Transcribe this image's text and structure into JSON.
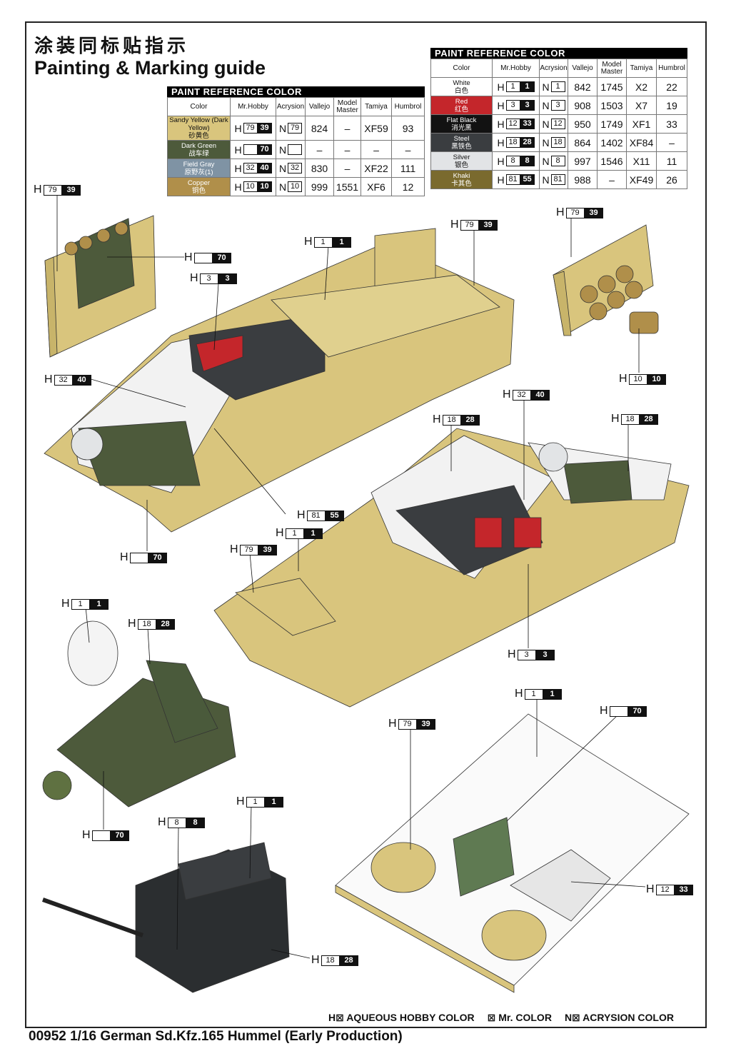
{
  "header": {
    "title_cn": "涂装同标贴指示",
    "title_en": "Painting & Marking guide"
  },
  "table1": {
    "title": "PAINT REFERENCE COLOR",
    "columns": [
      "Color",
      "Mr.Hobby",
      "Acrysion",
      "Vallejo",
      "Model Master",
      "Tamiya",
      "Humbrol"
    ],
    "rows": [
      {
        "name": "Sandy Yellow (Dark Yellow)",
        "cn": "砂黄色",
        "swatch": "#d9c57d",
        "mh_h": "79",
        "mh_k": "39",
        "ac": "79",
        "vallejo": "824",
        "mm": "–",
        "tamiya": "XF59",
        "humbrol": "93"
      },
      {
        "name": "Dark Green",
        "cn": "战车绿",
        "swatch": "#4d5a3b",
        "mh_h": "",
        "mh_k": "70",
        "ac": "",
        "vallejo": "–",
        "mm": "–",
        "tamiya": "–",
        "humbrol": "–"
      },
      {
        "name": "Field Gray",
        "cn": "原野灰(1)",
        "swatch": "#7f93a4",
        "mh_h": "32",
        "mh_k": "40",
        "ac": "32",
        "vallejo": "830",
        "mm": "–",
        "tamiya": "XF22",
        "humbrol": "111"
      },
      {
        "name": "Copper",
        "cn": "铜色",
        "swatch": "#b08f4a",
        "mh_h": "10",
        "mh_k": "10",
        "ac": "10",
        "vallejo": "999",
        "mm": "1551",
        "tamiya": "XF6",
        "humbrol": "12"
      }
    ]
  },
  "table2": {
    "title": "PAINT REFERENCE COLOR",
    "columns": [
      "Color",
      "Mr.Hobby",
      "Acrysion",
      "Vallejo",
      "Model Master",
      "Tamiya",
      "Humbrol"
    ],
    "rows": [
      {
        "name": "White",
        "cn": "白色",
        "swatch": "#ffffff",
        "mh_h": "1",
        "mh_k": "1",
        "ac": "1",
        "vallejo": "842",
        "mm": "1745",
        "tamiya": "X2",
        "humbrol": "22"
      },
      {
        "name": "Red",
        "cn": "红色",
        "swatch": "#c4262b",
        "mh_h": "3",
        "mh_k": "3",
        "ac": "3",
        "vallejo": "908",
        "mm": "1503",
        "tamiya": "X7",
        "humbrol": "19"
      },
      {
        "name": "Flat Black",
        "cn": "消光黑",
        "swatch": "#121212",
        "mh_h": "12",
        "mh_k": "33",
        "ac": "12",
        "vallejo": "950",
        "mm": "1749",
        "tamiya": "XF1",
        "humbrol": "33"
      },
      {
        "name": "Steel",
        "cn": "黑铁色",
        "swatch": "#3a3d40",
        "mh_h": "18",
        "mh_k": "28",
        "ac": "18",
        "vallejo": "864",
        "mm": "1402",
        "tamiya": "XF84",
        "humbrol": "–"
      },
      {
        "name": "Silver",
        "cn": "银色",
        "swatch": "#e2e4e6",
        "mh_h": "8",
        "mh_k": "8",
        "ac": "8",
        "vallejo": "997",
        "mm": "1546",
        "tamiya": "X11",
        "humbrol": "11"
      },
      {
        "name": "Khaki",
        "cn": "卡其色",
        "swatch": "#7a6a2e",
        "mh_h": "81",
        "mh_k": "55",
        "ac": "81",
        "vallejo": "988",
        "mm": "–",
        "tamiya": "XF49",
        "humbrol": "26"
      }
    ]
  },
  "callouts": [
    {
      "h": "79",
      "k": "39"
    },
    {
      "h": "",
      "k": "70"
    },
    {
      "h": "3",
      "k": "3"
    },
    {
      "h": "1",
      "k": "1"
    },
    {
      "h": "79",
      "k": "39"
    },
    {
      "h": "79",
      "k": "39"
    },
    {
      "h": "10",
      "k": "10"
    },
    {
      "h": "32",
      "k": "40"
    },
    {
      "h": "32",
      "k": "40"
    },
    {
      "h": "18",
      "k": "28"
    },
    {
      "h": "18",
      "k": "28"
    },
    {
      "h": "81",
      "k": "55"
    },
    {
      "h": "1",
      "k": "1"
    },
    {
      "h": "79",
      "k": "39"
    },
    {
      "h": "",
      "k": "70"
    },
    {
      "h": "1",
      "k": "1"
    },
    {
      "h": "18",
      "k": "28"
    },
    {
      "h": "3",
      "k": "3"
    },
    {
      "h": "1",
      "k": "1"
    },
    {
      "h": "",
      "k": "70"
    },
    {
      "h": "79",
      "k": "39"
    },
    {
      "h": "",
      "k": "70"
    },
    {
      "h": "1",
      "k": "1"
    },
    {
      "h": "8",
      "k": "8"
    },
    {
      "h": "12",
      "k": "33"
    },
    {
      "h": "18",
      "k": "28"
    }
  ],
  "legend": {
    "h": "H⊠ AQUEOUS HOBBY COLOR",
    "mr": "⊠ Mr. COLOR",
    "n": "N⊠ ACRYSION COLOR"
  },
  "footer": "00952 1/16  German Sd.Kfz.165 Hummel (Early Production)"
}
